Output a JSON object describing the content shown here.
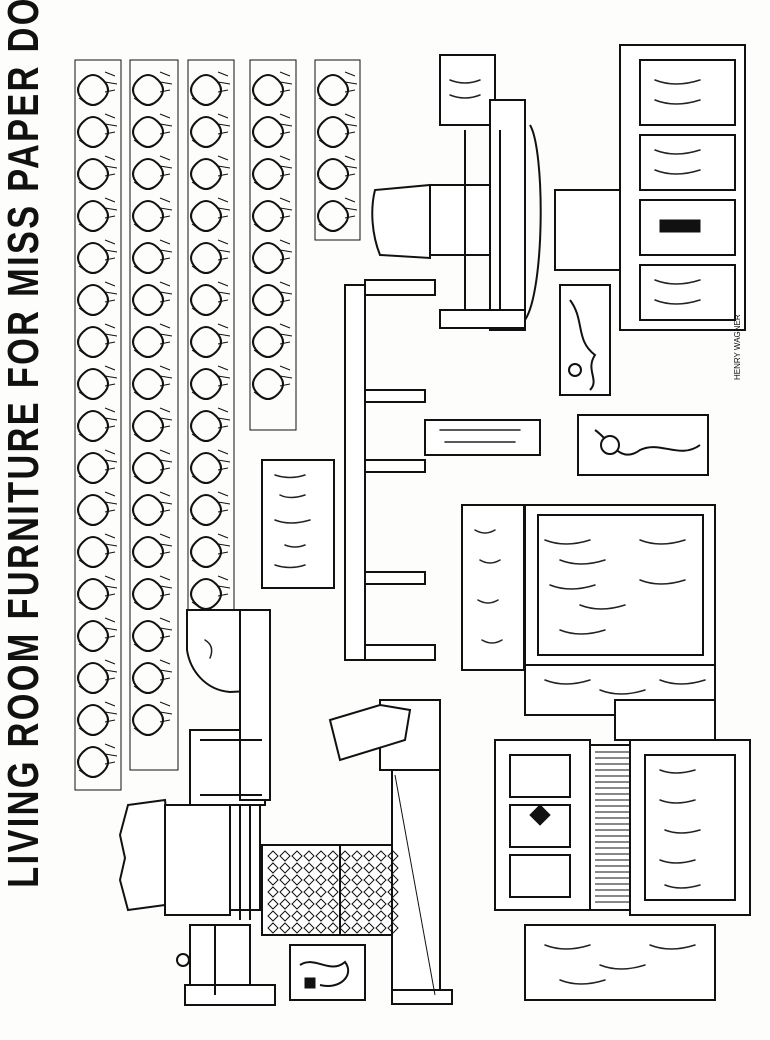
{
  "page": {
    "title": "LIVING ROOM FURNITURE FOR MISS PAPER DOLL",
    "signature": "HENRY WAGNER"
  },
  "pieces": [
    "wallpaper-border-strips",
    "armchair",
    "cabinet-with-mirror",
    "table",
    "desk",
    "upholstered-chair",
    "bookcase-secretary",
    "settee",
    "sofa",
    "rug",
    "pictures"
  ]
}
